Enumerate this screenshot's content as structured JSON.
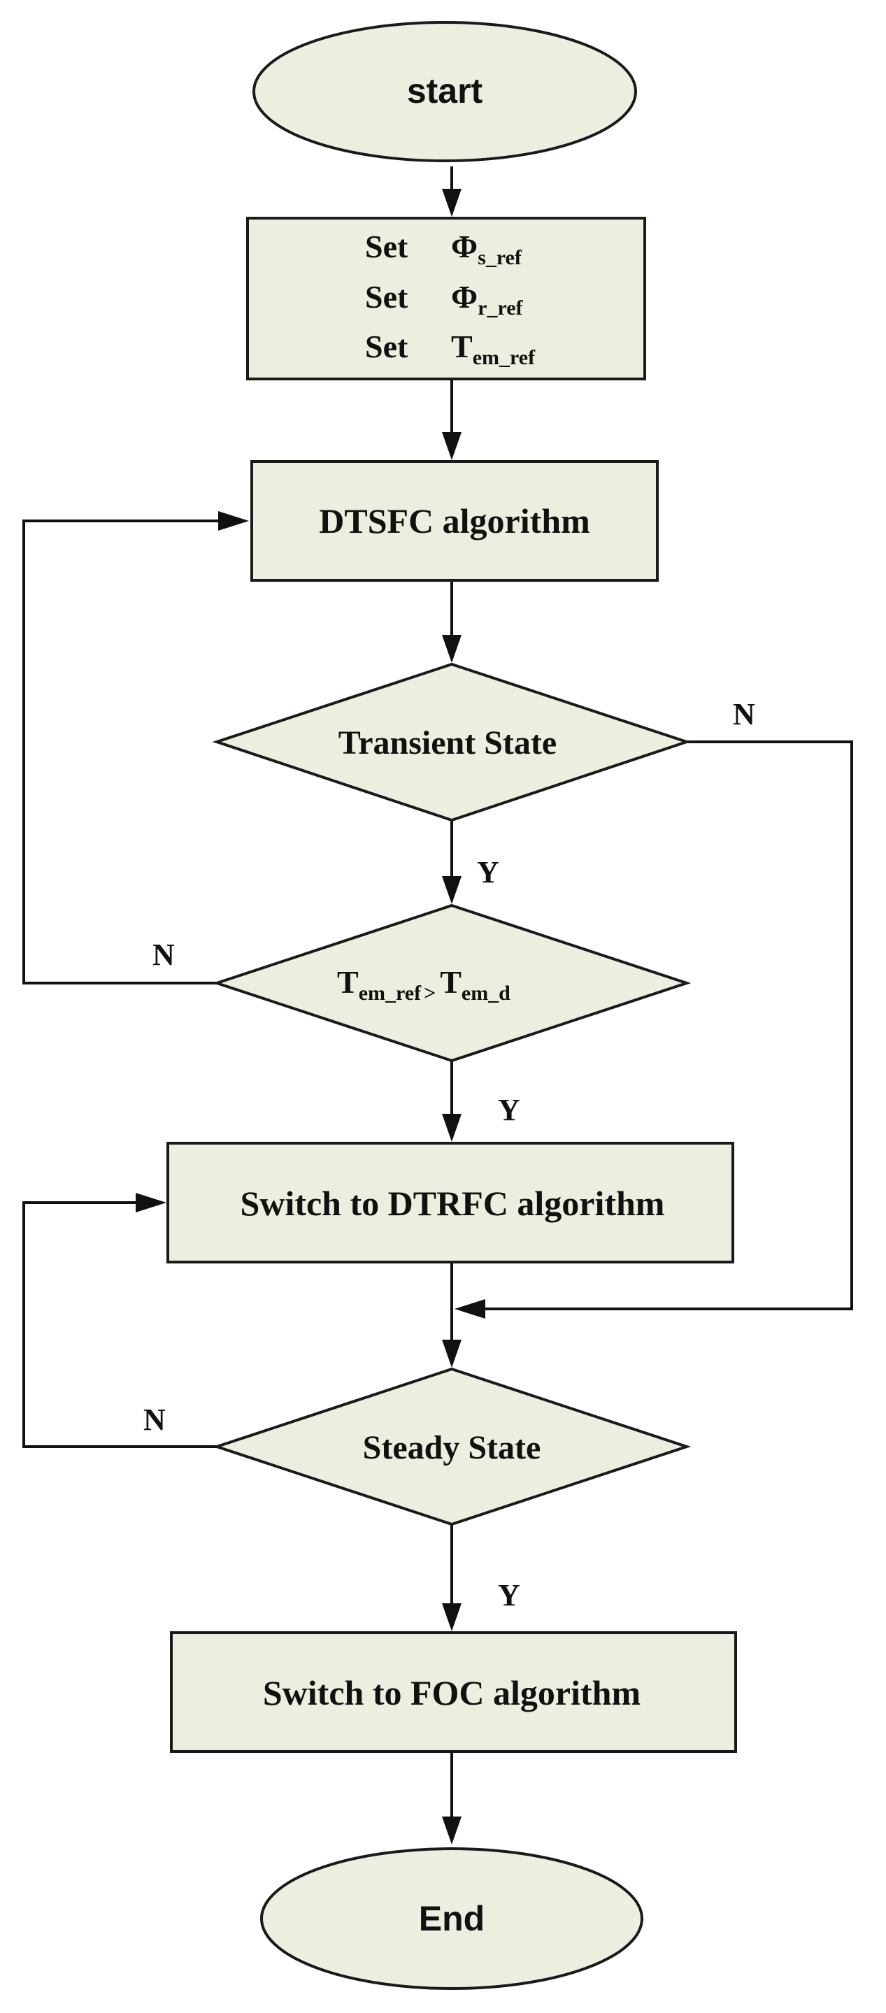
{
  "nodes": {
    "start": "start",
    "set_block": {
      "line1": {
        "word": "Set",
        "symbol": "Φ",
        "sub": "s_ref"
      },
      "line2": {
        "word": "Set",
        "symbol": "Φ",
        "sub": "r_ref"
      },
      "line3": {
        "word": "Set",
        "symbol": "T",
        "sub": "em_ref"
      }
    },
    "dtsfc": "DTSFC algorithm",
    "transient": "Transient State",
    "compare": {
      "left": "T",
      "left_sub": "em_ref",
      "op": ">",
      "right": "T",
      "right_sub": "em_d"
    },
    "dtrfc": "Switch to DTRFC algorithm",
    "steady": "Steady State",
    "foc": "Switch to FOC algorithm",
    "end": "End"
  },
  "edge_labels": {
    "transient_no": "N",
    "transient_yes": "Y",
    "compare_no": "N",
    "compare_yes": "Y",
    "steady_no": "N",
    "steady_yes": "Y"
  }
}
